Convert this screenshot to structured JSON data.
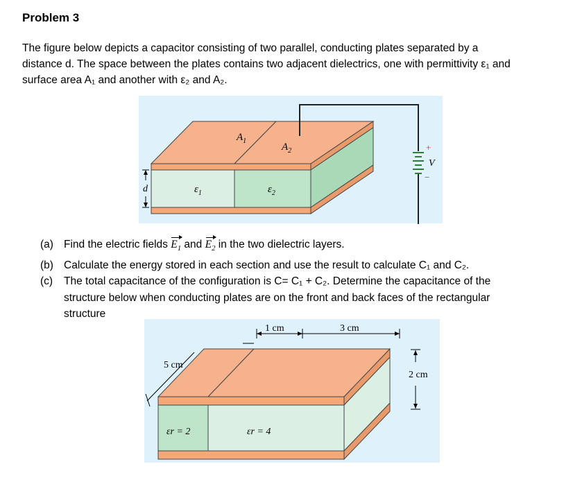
{
  "problem": {
    "title": "Problem 3",
    "intro_lines": [
      "The figure below depicts a capacitor consisting of two parallel, conducting plates separated by a",
      "distance d. The space between the plates contains two adjacent dielectrics, one with permittivity ε₁ and",
      "surface area A₁ and another with ε₂ and A₂."
    ]
  },
  "figure1": {
    "label_A1": "A",
    "label_A2": "A",
    "sub_1": "1",
    "sub_2": "2",
    "label_eps": "ε",
    "label_d": "d",
    "label_V": "V",
    "plus": "+",
    "minus": "−"
  },
  "questions": {
    "a": {
      "label": "(a)",
      "pre": "Find the electric fields ",
      "E": "E",
      "s1": "1",
      "mid": " and ",
      "s2": "2",
      "post": " in the two dielectric layers."
    },
    "b": {
      "label": "(b)",
      "text": "Calculate the energy stored in each section and use the result to calculate C₁ and C₂."
    },
    "c": {
      "label": "(c)",
      "lines": [
        "The total capacitance of the configuration is C= C₁ + C₂. Determine the capacitance of the",
        "structure below when conducting plates are on the front and back faces of the rectangular",
        "structure"
      ]
    }
  },
  "figure2": {
    "dim_1cm": "1 cm",
    "dim_3cm": "3 cm",
    "dim_5cm": "5 cm",
    "dim_2cm": "2 cm",
    "er_left": "εr = 2",
    "er_right": "εr = 4"
  }
}
